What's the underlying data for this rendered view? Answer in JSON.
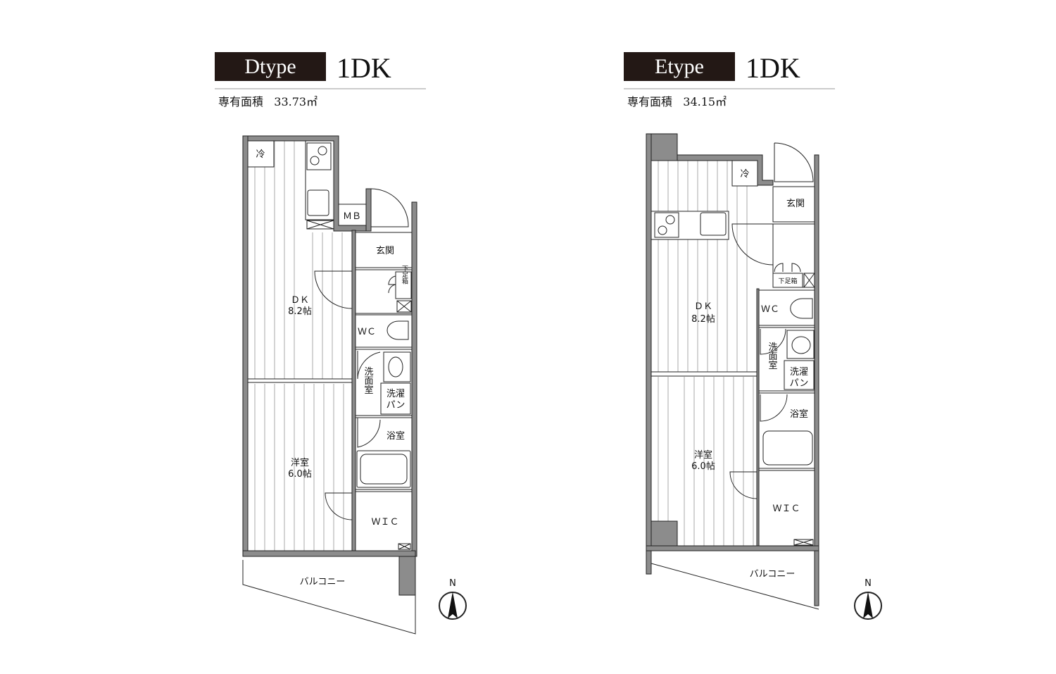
{
  "plans": [
    {
      "type_label": "Dtype",
      "layout": "1DK",
      "area_label": "専有面積",
      "area_value": "33.73㎡",
      "rooms": {
        "fridge": "冷",
        "mb": "ＭＢ",
        "entrance": "玄関",
        "shoe_box": "下足箱",
        "dk": "ＤＫ",
        "dk_size": "8.2帖",
        "wc": "ＷＣ",
        "washroom": "洗面室",
        "washpan_1": "洗濯",
        "washpan_2": "パン",
        "bath": "浴室",
        "western": "洋室",
        "western_size": "6.0帖",
        "wic": "ＷＩＣ",
        "balcony": "バルコニー",
        "north": "N"
      }
    },
    {
      "type_label": "Etype",
      "layout": "1DK",
      "area_label": "専有面積",
      "area_value": "34.15㎡",
      "rooms": {
        "fridge": "冷",
        "entrance": "玄関",
        "shoe_box": "下足箱",
        "dk": "ＤＫ",
        "dk_size": "8.2帖",
        "wc": "ＷＣ",
        "washroom": "洗面室",
        "washpan_1": "洗濯",
        "washpan_2": "パン",
        "bath": "浴室",
        "western": "洋室",
        "western_size": "6.0帖",
        "wic": "ＷＩＣ",
        "balcony": "バルコニー",
        "north": "N"
      }
    }
  ]
}
